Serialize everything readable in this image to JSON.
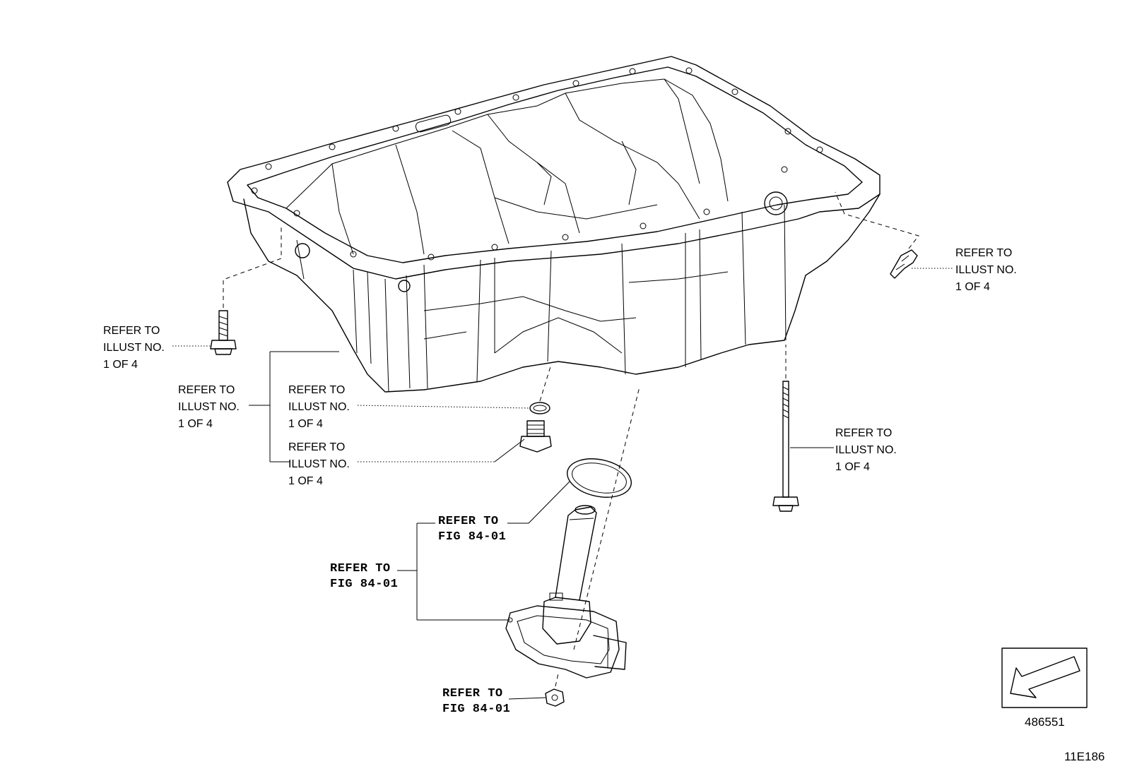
{
  "labels": {
    "top_right": [
      "REFER TO",
      "ILLUST NO.",
      "1 OF 4"
    ],
    "left_bolt": [
      "REFER TO",
      "ILLUST NO.",
      "1 OF 4"
    ],
    "mid_left": [
      "REFER TO",
      "ILLUST NO.",
      "1 OF 4"
    ],
    "gasket": [
      "REFER TO",
      "ILLUST NO.",
      "1 OF 4"
    ],
    "drain_plug": [
      "REFER TO",
      "ILLUST NO.",
      "1 OF 4"
    ],
    "stud_bolt": [
      "REFER TO",
      "ILLUST NO.",
      "1 OF 4"
    ],
    "oring": [
      "REFER TO",
      "FIG 84-01"
    ],
    "sensor": [
      "REFER TO",
      "FIG 84-01"
    ],
    "nut": [
      "REFER TO",
      "FIG 84-01"
    ]
  },
  "figure_code": "486551",
  "page_code": "11E186"
}
